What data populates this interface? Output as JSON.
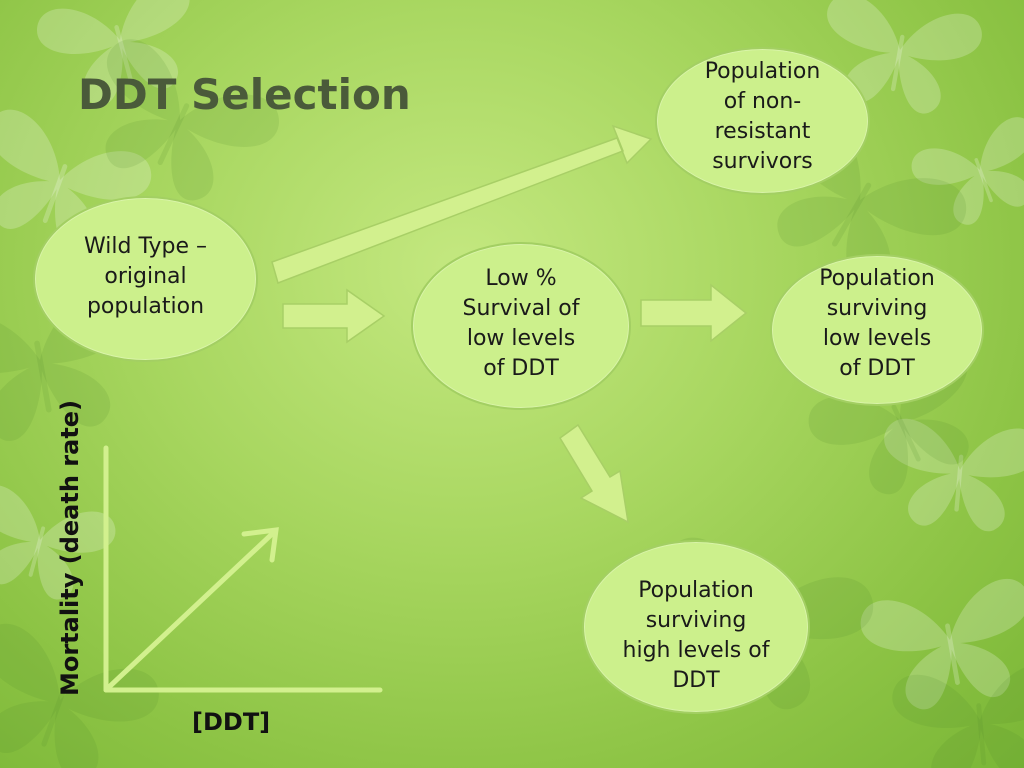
{
  "slide": {
    "title": "DDT Selection"
  },
  "nodes": {
    "wild_type": "Wild Type –\noriginal\npopulation",
    "low_survival": "Low %\nSurvival of\nlow levels\nof DDT",
    "non_resistant": "Population\nof non-\nresistant\nsurvivors",
    "surviving_low": "Population\nsurviving\nlow levels\nof DDT",
    "surviving_high": "Population\nsurviving\nhigh levels of\nDDT"
  },
  "graph": {
    "y_label": "Mortality (death rate)",
    "x_label": "[DDT]"
  },
  "colors": {
    "node_fill": "#ccf08c",
    "node_border": "#a3cf63",
    "arrow_fill": "#d2f08e",
    "title_text": "#4a5a3a"
  }
}
